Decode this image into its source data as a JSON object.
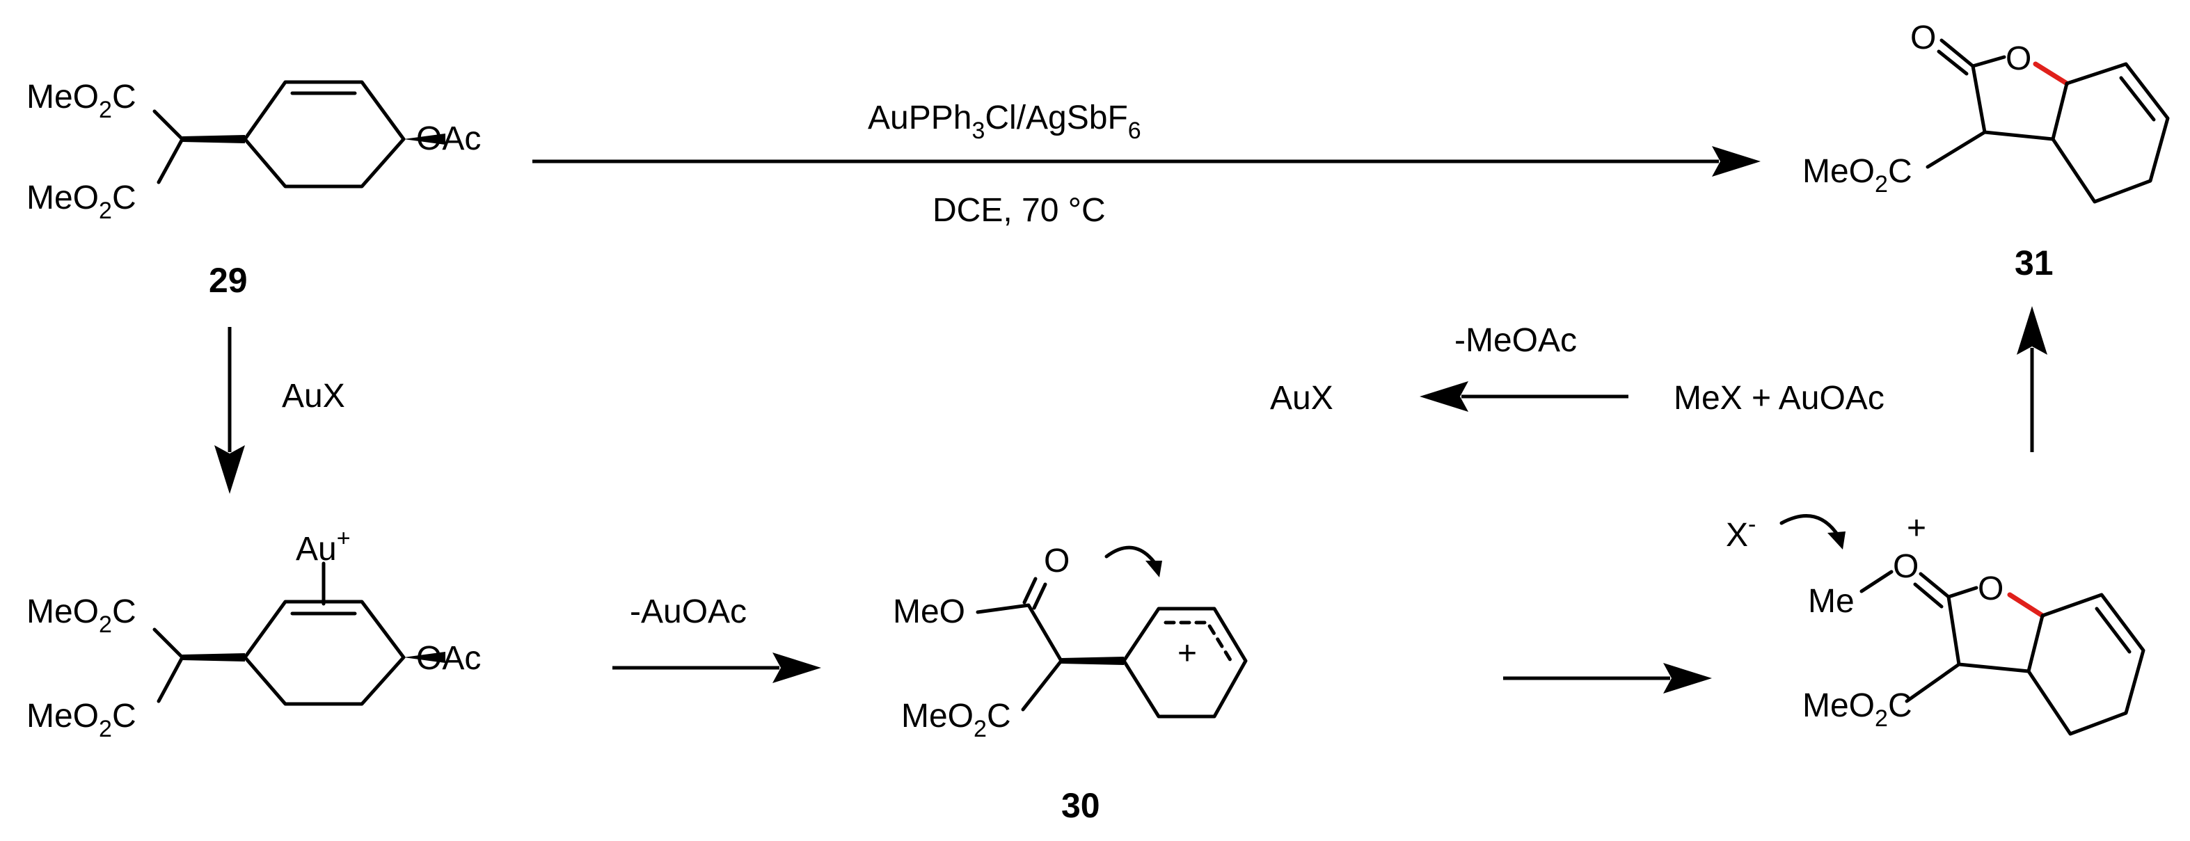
{
  "colors": {
    "ink": "#000000",
    "highlight_bond": "#e0201b",
    "background": "#ffffff"
  },
  "compounds": {
    "sm": {
      "number": "29",
      "ester_top": {
        "main": "MeO",
        "sub": "2",
        "tail": "C"
      },
      "ester_bottom": {
        "main": "MeO",
        "sub": "2",
        "tail": "C"
      },
      "leaving_group": "OAc"
    },
    "product": {
      "number": "31",
      "carbonyl_o": "O",
      "ring_o": "O",
      "ester": {
        "main": "MeO",
        "sub": "2",
        "tail": "C"
      }
    },
    "au_complex": {
      "ester_top": {
        "main": "MeO",
        "sub": "2",
        "tail": "C"
      },
      "ester_bottom": {
        "main": "MeO",
        "sub": "2",
        "tail": "C"
      },
      "au": {
        "main": "Au",
        "sup": "+"
      },
      "leaving_group": "OAc"
    },
    "cation": {
      "number": "30",
      "carbonyl_o": "O",
      "meo": "MeO",
      "ester_bottom": {
        "main": "MeO",
        "sub": "2",
        "tail": "C"
      },
      "charge": "+"
    },
    "oxonium": {
      "anion": {
        "main": "X",
        "sup": "-"
      },
      "me": "Me",
      "o_plus": "O",
      "charge": "+",
      "ring_o": "O",
      "ester": {
        "main": "MeO",
        "sub": "2",
        "tail": "C"
      }
    }
  },
  "conditions": {
    "main_reagent": {
      "a": "AuPPh",
      "sub1": "3",
      "b": "Cl/AgSbF",
      "sub2": "6"
    },
    "main_solvent": "DCE, 70 °C",
    "step_aux": "AuX",
    "step_auoac": "-AuOAc",
    "step_meoac": "-MeOAc",
    "regen_left": "AuX",
    "regen_right": "MeX + AuOAc"
  }
}
